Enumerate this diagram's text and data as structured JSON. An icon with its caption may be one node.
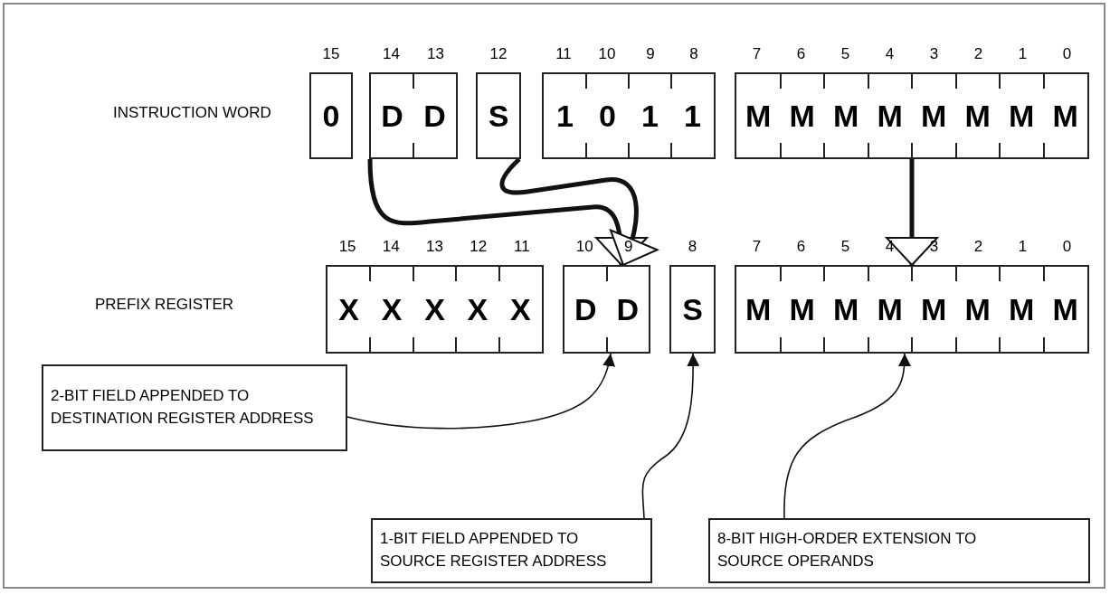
{
  "diagram": {
    "nodes": [
      {
        "text": [
          "0"
        ],
        "beside": [
          "15"
        ]
      },
      {
        "text": [
          "D",
          "D"
        ],
        "beside": [
          "14",
          "13"
        ]
      },
      {
        "text": [
          "S"
        ],
        "beside": [
          "12"
        ]
      },
      {
        "text": [
          "1",
          "0",
          "1",
          "1"
        ],
        "beside": [
          "11",
          "10",
          "9",
          "8"
        ]
      },
      {
        "text": [
          "M",
          "M",
          "M",
          "M",
          "M",
          "M",
          "M",
          "M"
        ],
        "beside": [
          "7",
          "6",
          "5",
          "4",
          "3",
          "2",
          "1",
          "0"
        ]
      },
      {
        "text": [
          "X",
          "X",
          "X",
          "X",
          "X"
        ],
        "beside": [
          "15",
          "14",
          "13",
          "12",
          "11"
        ]
      },
      {
        "text": [
          "D",
          "D"
        ],
        "beside": [
          "10",
          "9"
        ]
      },
      {
        "text": [
          "S"
        ],
        "beside": [
          "8"
        ]
      },
      {
        "text": [
          "M",
          "M",
          "M",
          "M",
          "M",
          "M",
          "M",
          "M"
        ],
        "beside": [
          "7",
          "6",
          "5",
          "4",
          "3",
          "2",
          "1",
          "0"
        ]
      },
      {
        "text": [
          "2-BIT FIELD APPENDED TO DESTINATION REGISTER ADDRESS"
        ]
      },
      {
        "text": [
          "1-BIT FIELD APPENDED TO SOURCE REGISTER ADDRESS"
        ]
      },
      {
        "text": [
          "8-BIT HIGH-ORDER EXTENSION TO SOURCE OPERANDS"
        ]
      }
    ],
    "edges": [
      {
        "from": 1,
        "to": 6,
        "arrow": "to",
        "style": "thick"
      },
      {
        "from": 2,
        "to": 6,
        "arrow": "to",
        "style": "thick"
      },
      {
        "from": 4,
        "to": 8,
        "arrow": "to",
        "style": "thick"
      },
      {
        "from": 9,
        "to": 6,
        "arrow": "to"
      },
      {
        "from": 10,
        "to": 7,
        "arrow": "to"
      },
      {
        "from": 11,
        "to": 8,
        "arrow": "to"
      }
    ],
    "labels": [
      "INSTRUCTION WORD",
      "PREFIX REGISTER"
    ]
  }
}
